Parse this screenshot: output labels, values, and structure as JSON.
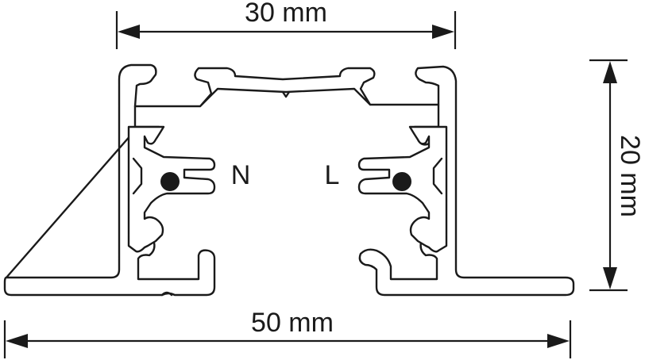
{
  "dimensions": {
    "top_width": "30 mm",
    "bottom_width": "50 mm",
    "height": "20 mm"
  },
  "labels": {
    "neutral": "N",
    "live": "L"
  }
}
